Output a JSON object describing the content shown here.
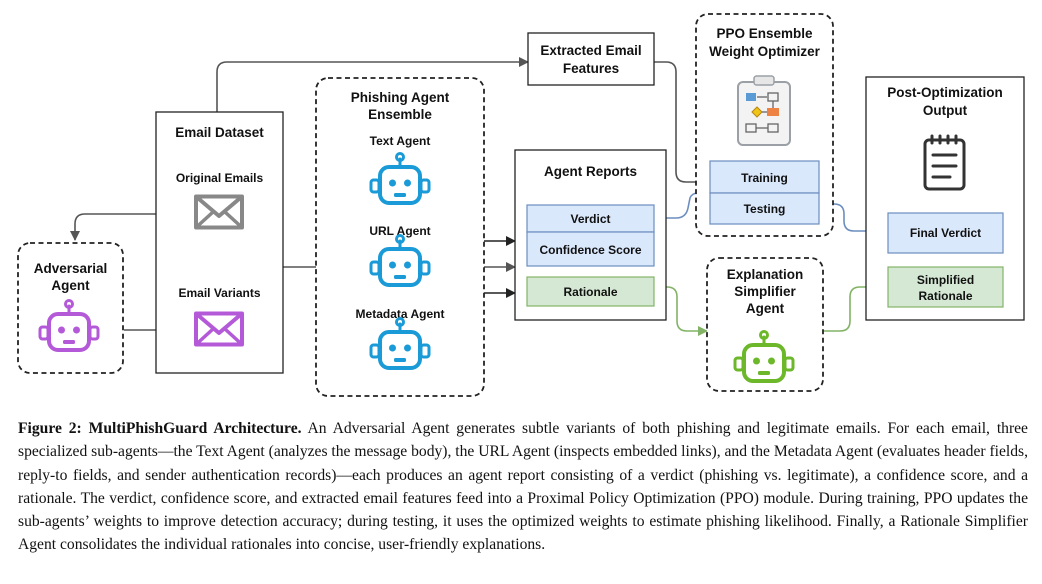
{
  "email_dataset": {
    "title": "Email Dataset",
    "original_label": "Original Emails",
    "variants_label": "Email Variants"
  },
  "adversarial": {
    "title_line1": "Adversarial",
    "title_line2": "Agent"
  },
  "ensemble": {
    "title_line1": "Phishing Agent",
    "title_line2": "Ensemble",
    "text_agent": "Text Agent",
    "url_agent": "URL Agent",
    "metadata_agent": "Metadata Agent"
  },
  "features": {
    "line1": "Extracted Email",
    "line2": "Features"
  },
  "reports": {
    "title": "Agent Reports",
    "verdict": "Verdict",
    "confidence": "Confidence Score",
    "rationale": "Rationale"
  },
  "ppo": {
    "title_line1": "PPO Ensemble",
    "title_line2": "Weight Optimizer",
    "training": "Training",
    "testing": "Testing"
  },
  "simplifier": {
    "line1": "Explanation",
    "line2": "Simplifier",
    "line3": "Agent"
  },
  "output": {
    "title_line1": "Post-Optimization",
    "title_line2": "Output",
    "final_verdict": "Final Verdict",
    "simplified_line1": "Simplified",
    "simplified_line2": "Rationale"
  },
  "colors": {
    "robot_blue": "#1a9bd7",
    "robot_purple": "#b45ad8",
    "robot_green": "#6cb82a",
    "blue_box": "#dae8fc",
    "green_box": "#d5e8d4"
  },
  "caption": {
    "label": "Figure 2: MultiPhishGuard Architecture.",
    "text": " An Adversarial Agent generates subtle variants of both phishing and legitimate emails. For each email, three specialized sub-agents—the Text Agent (analyzes the message body), the URL Agent (inspects embedded links), and the Metadata Agent (evaluates header fields, reply-to fields, and sender authentication records)—each produces an agent report consisting of a verdict (phishing vs. legitimate), a confidence score, and a rationale. The verdict, confidence score, and extracted email features feed into a Proximal Policy Optimization (PPO) module. During training, PPO updates the sub-agents’ weights to improve detection accuracy; during testing, it uses the optimized weights to estimate phishing likelihood. Finally, a Rationale Simplifier Agent consolidates the individual rationales into concise, user-friendly explanations."
  }
}
